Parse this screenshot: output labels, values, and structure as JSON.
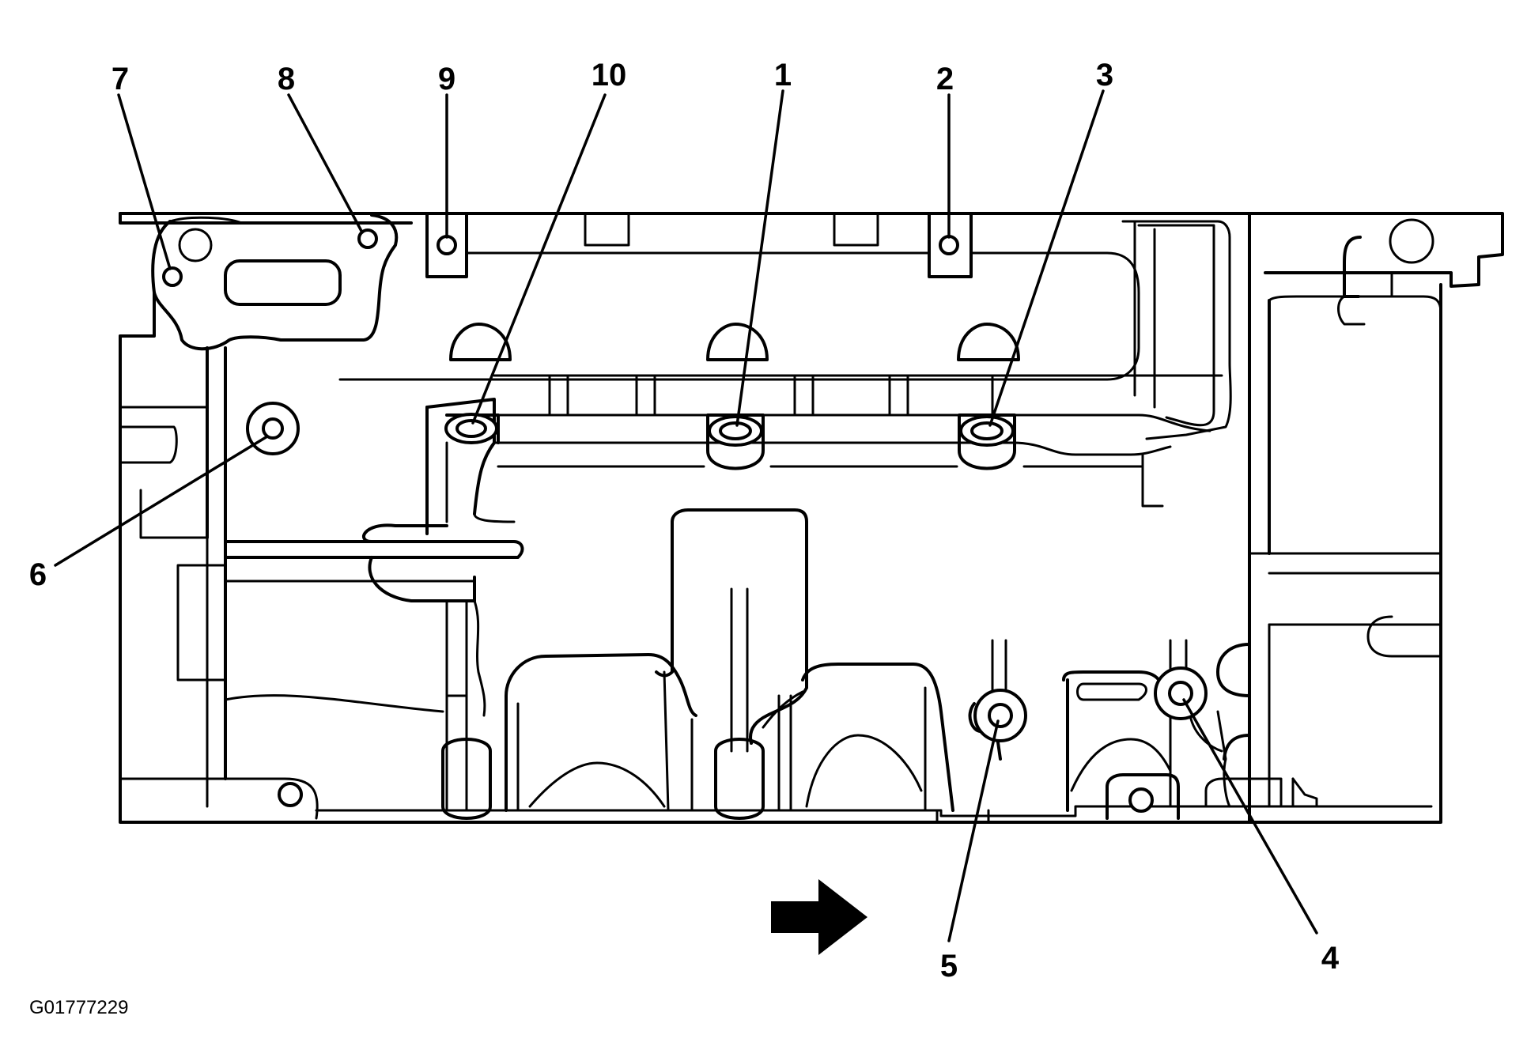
{
  "figure_id": "G01777229",
  "callouts": [
    {
      "label": "7"
    },
    {
      "label": "8"
    },
    {
      "label": "9"
    },
    {
      "label": "10"
    },
    {
      "label": "1"
    },
    {
      "label": "2"
    },
    {
      "label": "3"
    },
    {
      "label": "6"
    },
    {
      "label": "5"
    },
    {
      "label": "4"
    }
  ],
  "direction_arrow": {
    "icon": "arrow-right-icon",
    "color": "#000000"
  }
}
